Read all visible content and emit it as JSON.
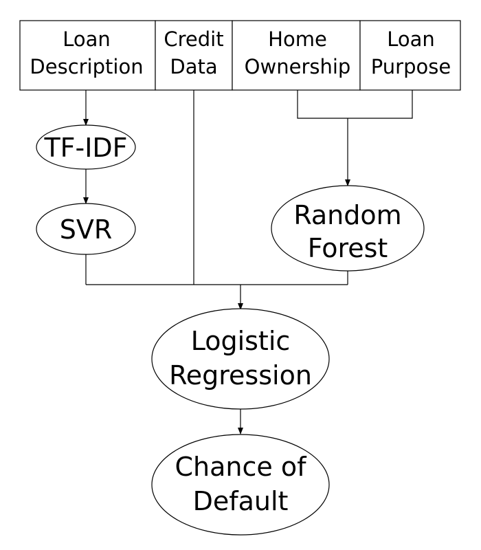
{
  "inputs": [
    {
      "line1": "Loan",
      "line2": "Description"
    },
    {
      "line1": "Credit",
      "line2": "Data"
    },
    {
      "line1": "Home",
      "line2": "Ownership"
    },
    {
      "line1": "Loan",
      "line2": "Purpose"
    }
  ],
  "nodes": {
    "tfidf": {
      "label": "TF-IDF"
    },
    "svr": {
      "label": "SVR"
    },
    "random_forest": {
      "line1": "Random",
      "line2": "Forest"
    },
    "logistic_regression": {
      "line1": "Logistic",
      "line2": "Regression"
    },
    "chance_of_default": {
      "line1": "Chance of",
      "line2": "Default"
    }
  }
}
